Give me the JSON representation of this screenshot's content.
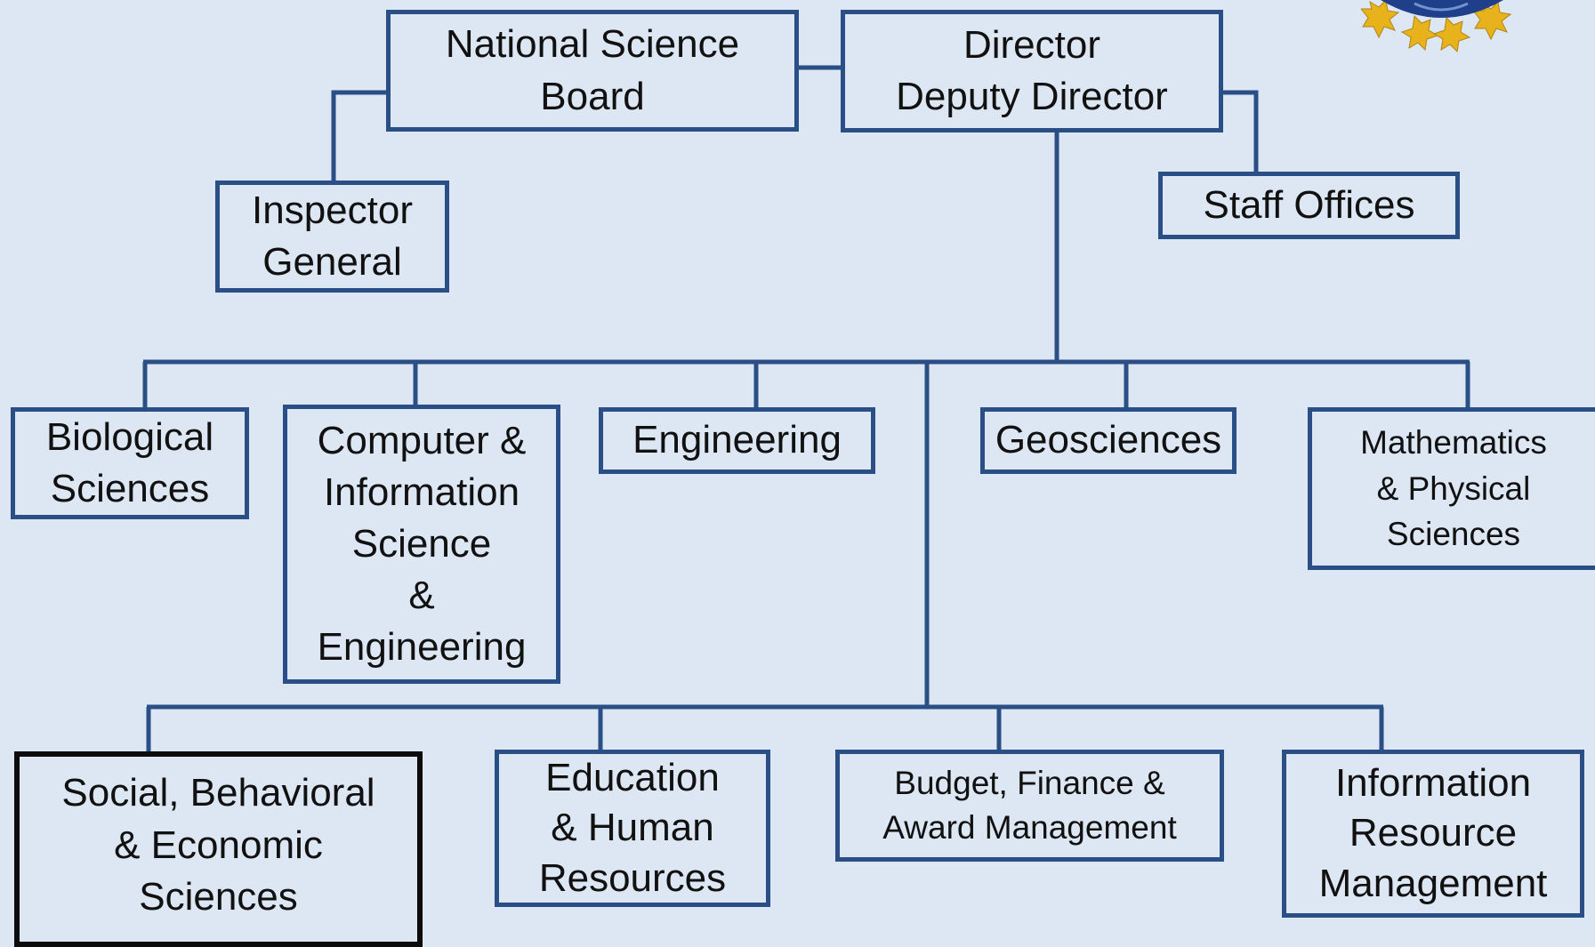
{
  "org_chart": {
    "nodes": {
      "nsb": "National Science\nBoard",
      "director": "Director\nDeputy Director",
      "ig": "Inspector\nGeneral",
      "staff": "Staff Offices",
      "bio": "Biological\nSciences",
      "cise": "Computer &\nInformation\nScience\n&\nEngineering",
      "eng": "Engineering",
      "geo": "Geosciences",
      "mps": "Mathematics\n& Physical\nSciences",
      "sbe": "Social, Behavioral\n& Economic\nSciences",
      "ehr": "Education\n& Human\nResources",
      "bfa": "Budget, Finance  &\nAward Management",
      "irm": "Information\nResource\nManagement"
    },
    "edges": [
      [
        "nsb",
        "director"
      ],
      [
        "nsb",
        "ig"
      ],
      [
        "director",
        "staff"
      ],
      [
        "director",
        "bio"
      ],
      [
        "director",
        "cise"
      ],
      [
        "director",
        "eng"
      ],
      [
        "director",
        "geo"
      ],
      [
        "director",
        "mps"
      ],
      [
        "director",
        "sbe"
      ],
      [
        "director",
        "ehr"
      ],
      [
        "director",
        "bfa"
      ],
      [
        "director",
        "irm"
      ]
    ]
  },
  "colors": {
    "background": "#dde7f3",
    "box_border": "#2a4f86",
    "box_border_selected": "#0c0c0c",
    "connector": "#2a4f86",
    "logo_gold": "#e8b21c",
    "logo_blue": "#1f3f8a"
  },
  "logo": {
    "icon": "nsf-logo-icon"
  }
}
